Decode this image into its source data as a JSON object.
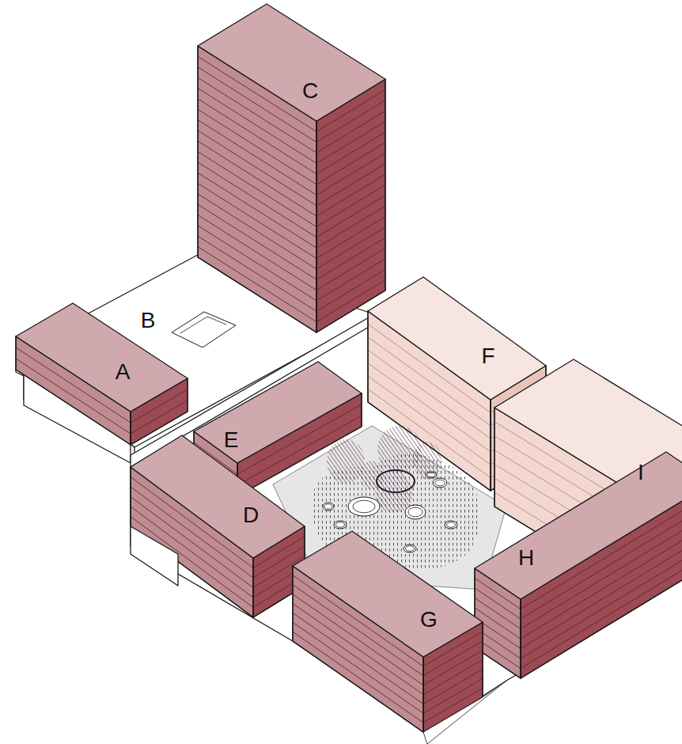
{
  "diagram": {
    "nodes": [
      {
        "text": [
          "A"
        ]
      },
      {
        "text": [
          "B"
        ]
      },
      {
        "text": [
          "C"
        ]
      },
      {
        "text": [
          "D"
        ]
      },
      {
        "text": [
          "E"
        ]
      },
      {
        "text": [
          "F"
        ]
      },
      {
        "text": [
          "G"
        ]
      },
      {
        "text": [
          "H"
        ]
      },
      {
        "text": [
          "I"
        ]
      }
    ]
  }
}
